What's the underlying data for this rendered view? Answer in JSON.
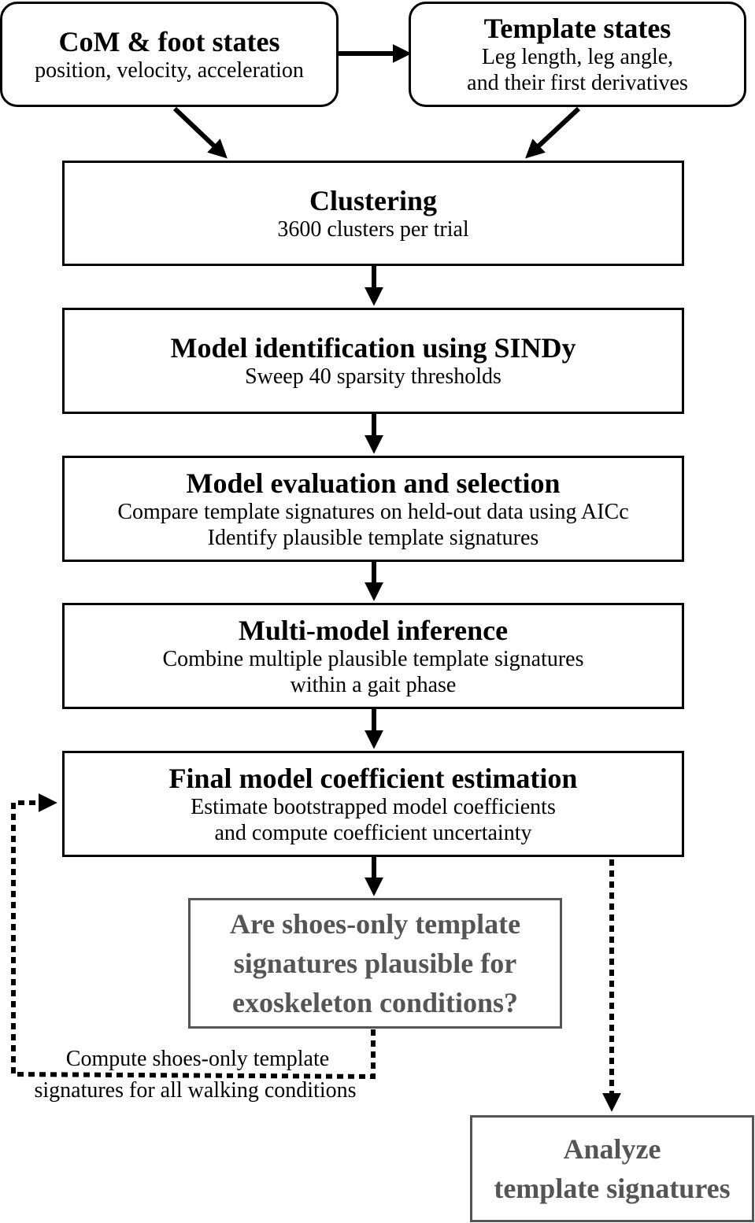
{
  "inputs": {
    "com_foot": {
      "title": "CoM & foot states",
      "subtitle": "position, velocity, acceleration"
    },
    "template": {
      "title": "Template states",
      "line1": "Leg length, leg angle,",
      "line2": "and their first derivatives"
    }
  },
  "steps": [
    {
      "title": "Clustering",
      "lines": [
        "3600 clusters per trial"
      ]
    },
    {
      "title": "Model identification using SINDy",
      "lines": [
        "Sweep 40 sparsity thresholds"
      ]
    },
    {
      "title": "Model evaluation and selection",
      "lines": [
        "Compare template signatures on held-out data using AICc",
        "Identify plausible template signatures"
      ]
    },
    {
      "title": "Multi-model inference",
      "lines": [
        "Combine multiple plausible template signatures",
        "within a gait phase"
      ]
    },
    {
      "title": "Final model coefficient estimation",
      "lines": [
        "Estimate bootstrapped model coefficients",
        "and compute coefficient uncertainty"
      ]
    }
  ],
  "question": {
    "lines": [
      "Are shoes-only template",
      "signatures plausible for",
      "exoskeleton conditions?"
    ]
  },
  "loop_label": {
    "lines": [
      "Compute shoes-only template",
      "signatures for all walking conditions"
    ]
  },
  "output": {
    "lines": [
      "Analyze",
      "template signatures"
    ]
  }
}
